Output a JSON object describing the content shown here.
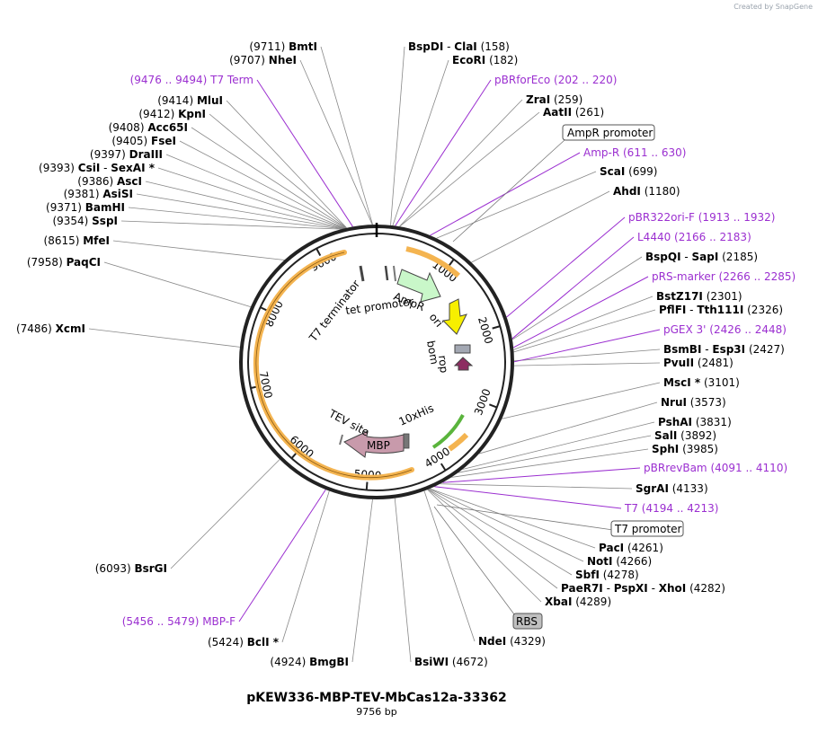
{
  "watermark": "Created by SnapGene",
  "title": "pKEW336-MBP-TEV-MbCas12a-33362",
  "subtitle": "9756 bp",
  "plasmid_length": 9756,
  "ticks": [
    "1000",
    "2000",
    "3000",
    "4000",
    "5000",
    "6000",
    "7000",
    "8000",
    "9000"
  ],
  "sites": [
    {
      "id": "bmti",
      "pos": "(9711)",
      "name": "BmtI"
    },
    {
      "id": "nhei",
      "pos": "(9707)",
      "name": "NheI"
    },
    {
      "id": "t7term",
      "range": "(9476 .. 9494)",
      "name": "T7 Term",
      "primer": true
    },
    {
      "id": "mlui",
      "pos": "(9414)",
      "name": "MluI"
    },
    {
      "id": "kpni",
      "pos": "(9412)",
      "name": "KpnI"
    },
    {
      "id": "acc65i",
      "pos": "(9408)",
      "name": "Acc65I"
    },
    {
      "id": "fsei",
      "pos": "(9405)",
      "name": "FseI"
    },
    {
      "id": "draiii",
      "pos": "(9397)",
      "name": "DraIII"
    },
    {
      "id": "csii",
      "pos": "(9393)",
      "name": "CsiI",
      "name2": "SexAI *"
    },
    {
      "id": "asci",
      "pos": "(9386)",
      "name": "AscI"
    },
    {
      "id": "asisi",
      "pos": "(9381)",
      "name": "AsiSI"
    },
    {
      "id": "bamhi",
      "pos": "(9371)",
      "name": "BamHI"
    },
    {
      "id": "sspi",
      "pos": "(9354)",
      "name": "SspI"
    },
    {
      "id": "mfei",
      "pos": "(8615)",
      "name": "MfeI"
    },
    {
      "id": "paqci",
      "pos": "(7958)",
      "name": "PaqCI"
    },
    {
      "id": "xcmi",
      "pos": "(7486)",
      "name": "XcmI"
    },
    {
      "id": "bsrgi",
      "pos": "(6093)",
      "name": "BsrGI"
    },
    {
      "id": "mbpf",
      "range": "(5456 .. 5479)",
      "name": "MBP-F",
      "primer": true
    },
    {
      "id": "bcli",
      "pos": "(5424)",
      "name": "BclI *"
    },
    {
      "id": "bmgbi",
      "pos": "(4924)",
      "name": "BmgBI"
    },
    {
      "id": "bsiwi",
      "pos": "(4672)",
      "name": "BsiWI"
    },
    {
      "id": "ndei",
      "pos": "(4329)",
      "name": "NdeI"
    },
    {
      "id": "xbai",
      "pos": "(4289)",
      "name": "XbaI"
    },
    {
      "id": "paer7i",
      "pos": "(4282)",
      "name": "PaeR7I",
      "name2": "PspXI",
      "name3": "XhoI"
    },
    {
      "id": "sfii",
      "pos": "(4278)",
      "name": "SbfI"
    },
    {
      "id": "noti",
      "pos": "(4266)",
      "name": "NotI"
    },
    {
      "id": "paci",
      "pos": "(4261)",
      "name": "PacI"
    },
    {
      "id": "t7",
      "range": "(4194 .. 4213)",
      "name": "T7",
      "primer": true
    },
    {
      "id": "sgrai",
      "pos": "(4133)",
      "name": "SgrAI"
    },
    {
      "id": "pbrrevbam",
      "range": "(4091 .. 4110)",
      "name": "pBRrevBam",
      "primer": true
    },
    {
      "id": "sphi",
      "pos": "(3985)",
      "name": "SphI"
    },
    {
      "id": "sali",
      "pos": "(3892)",
      "name": "SalI"
    },
    {
      "id": "pshai",
      "pos": "(3831)",
      "name": "PshAI"
    },
    {
      "id": "nrui",
      "pos": "(3573)",
      "name": "NruI"
    },
    {
      "id": "msci",
      "pos": "(3101)",
      "name": "MscI *"
    },
    {
      "id": "pvuii",
      "pos": "(2481)",
      "name": "PvuII"
    },
    {
      "id": "bsmbi",
      "pos": "(2427)",
      "name": "BsmBI",
      "name2": "Esp3I"
    },
    {
      "id": "pgex3",
      "range": "(2426 .. 2448)",
      "name": "pGEX 3'",
      "primer": true
    },
    {
      "id": "pflfi",
      "pos": "(2326)",
      "name": "PflFI",
      "name2": "Tth111I"
    },
    {
      "id": "bstz17i",
      "pos": "(2301)",
      "name": "BstZ17I"
    },
    {
      "id": "prsmarker",
      "range": "(2266 .. 2285)",
      "name": "pRS-marker",
      "primer": true
    },
    {
      "id": "bspqi",
      "pos": "(2185)",
      "name": "BspQI",
      "name2": "SapI"
    },
    {
      "id": "l4440",
      "range": "(2166 .. 2183)",
      "name": "L4440",
      "primer": true
    },
    {
      "id": "pbr322orif",
      "range": "(1913 .. 1932)",
      "name": "pBR322ori-F",
      "primer": true
    },
    {
      "id": "ahdi",
      "pos": "(1180)",
      "name": "AhdI"
    },
    {
      "id": "scai",
      "pos": "(699)",
      "name": "ScaI"
    },
    {
      "id": "ampr_primer",
      "range": "(611 .. 630)",
      "name": "Amp-R",
      "primer": true
    },
    {
      "id": "aatii",
      "pos": "(261)",
      "name": "AatII"
    },
    {
      "id": "zrai",
      "pos": "(259)",
      "name": "ZraI"
    },
    {
      "id": "pbrforeco",
      "range": "(202 .. 220)",
      "name": "pBRforEco",
      "primer": true
    },
    {
      "id": "ecori",
      "pos": "(182)",
      "name": "EcoRI"
    },
    {
      "id": "bspdi",
      "pos": "(158)",
      "name": "BspDI",
      "name2": "ClaI"
    }
  ],
  "boxed_features": {
    "ampr_promoter": "AmpR promoter",
    "t7_promoter": "T7 promoter",
    "rbs": "RBS"
  },
  "features": {
    "ampr": "AmpR",
    "ori": "ori",
    "bom": "bom",
    "rop": "rop",
    "tet_promoter": "tet promoter",
    "t7_terminator": "T7 terminator",
    "tev_site": "TEV site",
    "his": "10xHis",
    "mbp": "MBP"
  },
  "colors": {
    "primer": "#9b2fd0",
    "ampr": "#c9f7c9",
    "ori": "#f7ef00",
    "bom": "#a3a8b3",
    "rop": "#8d2c61",
    "mbp": "#c89aab",
    "cds_orange": "#f4b450",
    "his": "#5ab43c"
  }
}
